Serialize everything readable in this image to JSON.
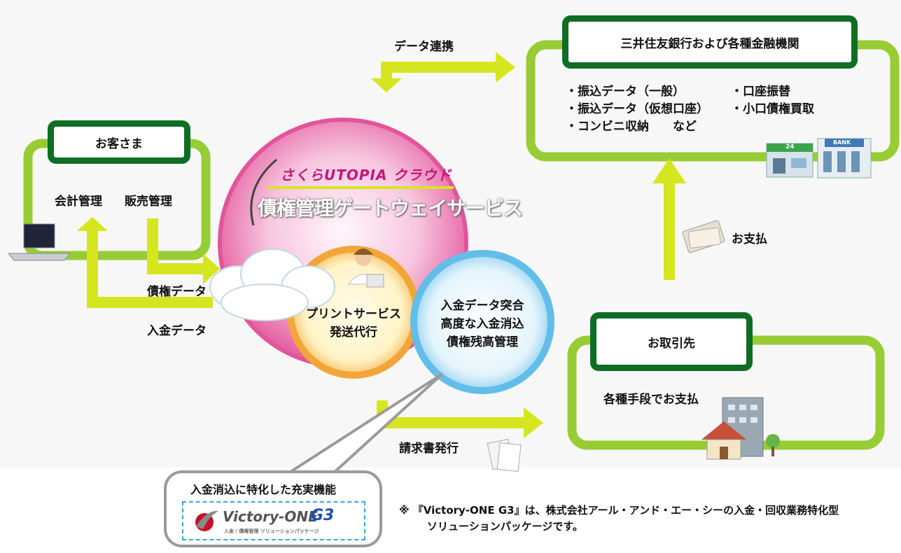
{
  "bank": {
    "title": "三井住友銀行および各種金融機関",
    "items": [
      "・振込データ（一般）",
      "・振込データ（仮想口座）",
      "・コンビニ収納　　など",
      "・口座振替",
      "・小口債権買取"
    ]
  },
  "customer": {
    "title": "お客さま",
    "accounting": "会計管理",
    "sales": "販売管理"
  },
  "center": {
    "brand": "さくらUTOPIA クラウド",
    "service": "債権管理ゲートウェイサービス",
    "print_line1": "プリントサービス",
    "print_line2": "発送代行",
    "match_line1": "入金データ突合",
    "match_line2": "高度な入金消込",
    "match_line3": "債権残高管理"
  },
  "partner": {
    "title": "お取引先",
    "body": "各種手段でお支払"
  },
  "flows": {
    "data_link": "データ連携",
    "payment": "お支払",
    "receivable_data": "債権データ",
    "deposit_data": "入金データ",
    "invoice": "請求書発行"
  },
  "callout": {
    "title": "入金消込に特化した充実機能",
    "logo_text": "Victory-ONE",
    "logo_g3": "G3",
    "logo_tagline": "入金 / 債権管理 ソリューションパッケージ"
  },
  "footnote": {
    "line1": "※ 『Victory-ONE G3』は、株式会社アール・アンド・エー・シーの入金・回収業務特化型",
    "line2": "ソリューションパッケージです。"
  },
  "bank_sign": "BANK",
  "store_sign": "24",
  "colors": {
    "frame_green": "#97cc34",
    "title_border": "#0f6e24",
    "arrow_yellow": "#d6e61e",
    "pink": "#e2559a",
    "orange": "#f2a63a",
    "blue": "#62bde8"
  }
}
